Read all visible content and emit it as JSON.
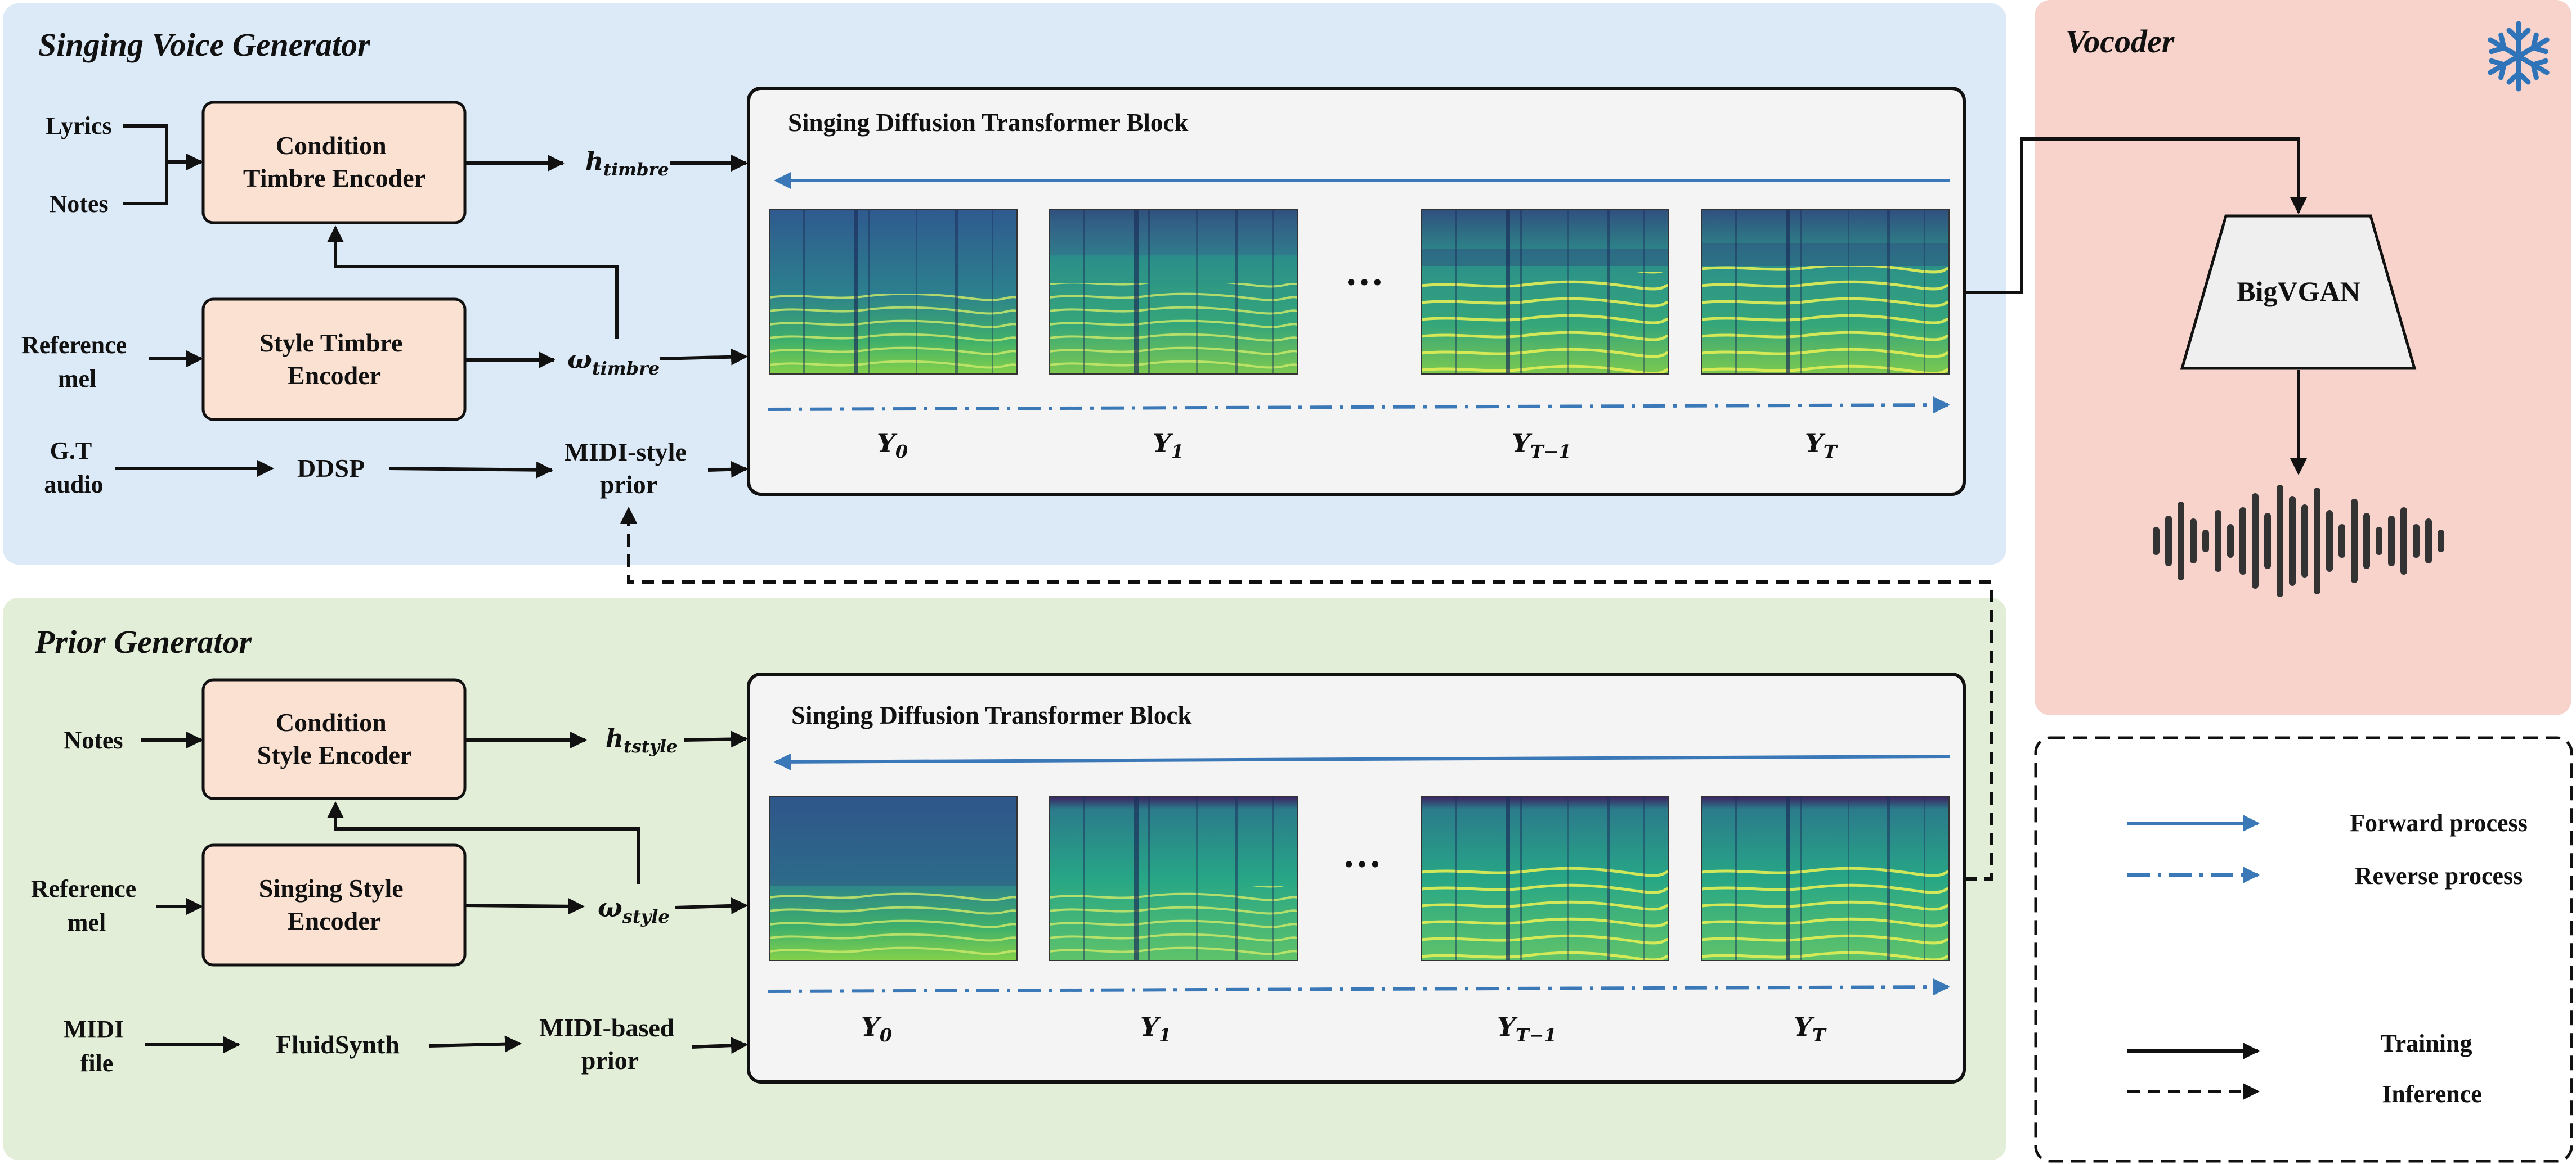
{
  "colors": {
    "singing_panel": "#dce9f7",
    "prior_panel": "#e3eed8",
    "vocoder_panel": "#f8d3cc",
    "encoder_box": "#fbe1d2",
    "transformer_box": "#f4f4f4",
    "bigvgan_box": "#efefef",
    "forward_arrow": "#3a78b8",
    "snowflake": "#2f73b8",
    "ink": "#111111"
  },
  "singing_voice_generator": {
    "title": "Singing Voice Generator",
    "inputs": {
      "lyrics": "Lyrics",
      "notes": "Notes",
      "reference_line1": "Reference",
      "reference_line2": "mel",
      "gt_line1": "G.T",
      "gt_line2": "audio"
    },
    "condition_encoder_line1": "Condition",
    "condition_encoder_line2": "Timbre Encoder",
    "style_encoder_line1": "Style Timbre",
    "style_encoder_line2": "Encoder",
    "ddsp": "DDSP",
    "h_base": "h",
    "h_sub": "timbre",
    "omega_base": "ω",
    "omega_sub": "timbre",
    "prior_line1": "MIDI-style",
    "prior_line2": "prior",
    "transformer_title": "Singing Diffusion Transformer Block",
    "ellipsis": "···"
  },
  "prior_generator": {
    "title": "Prior Generator",
    "inputs": {
      "notes": "Notes",
      "reference_line1": "Reference",
      "reference_line2": "mel",
      "midi_line1": "MIDI",
      "midi_line2": "file"
    },
    "condition_encoder_line1": "Condition",
    "condition_encoder_line2": "Style Encoder",
    "style_encoder_line1": "Singing Style",
    "style_encoder_line2": "Encoder",
    "fluidsynth": "FluidSynth",
    "h_base": "h",
    "h_sub": "tstyle",
    "omega_base": "ω",
    "omega_sub": "style",
    "prior_line1": "MIDI-based",
    "prior_line2": "prior",
    "transformer_title": "Singing Diffusion Transformer Block",
    "ellipsis": "···"
  },
  "steps": [
    {
      "base": "Y",
      "sub": "0"
    },
    {
      "base": "Y",
      "sub": "1"
    },
    {
      "base": "Y",
      "sub": "T−1"
    },
    {
      "base": "Y",
      "sub": "T"
    }
  ],
  "vocoder": {
    "title": "Vocoder",
    "model": "BigVGAN",
    "frozen_icon": "snowflake-icon",
    "waveform_icon": "waveform-icon"
  },
  "legend": {
    "forward": "Forward process",
    "reverse": "Reverse process",
    "training": "Training",
    "inference": "Inference"
  }
}
